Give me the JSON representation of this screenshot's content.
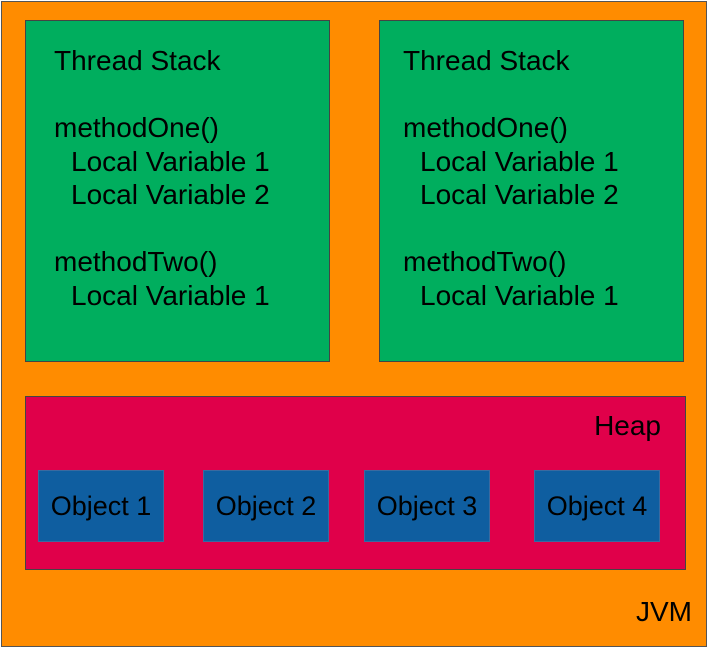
{
  "colors": {
    "jvm_background": "#ff8c00",
    "thread_stack_fill": "#00ae5e",
    "heap_fill": "#e0004a",
    "object_fill": "#0f5ea0"
  },
  "jvm": {
    "label": "JVM"
  },
  "thread_stacks": [
    {
      "title": "Thread Stack",
      "methods": [
        {
          "name": "methodOne()",
          "variables": [
            "Local Variable 1",
            "Local Variable 2"
          ]
        },
        {
          "name": "methodTwo()",
          "variables": [
            "Local Variable 1"
          ]
        }
      ]
    },
    {
      "title": "Thread Stack",
      "methods": [
        {
          "name": "methodOne()",
          "variables": [
            "Local Variable 1",
            "Local Variable 2"
          ]
        },
        {
          "name": "methodTwo()",
          "variables": [
            "Local Variable 1"
          ]
        }
      ]
    }
  ],
  "heap": {
    "label": "Heap",
    "objects": [
      "Object 1",
      "Object 2",
      "Object 3",
      "Object 4"
    ]
  }
}
